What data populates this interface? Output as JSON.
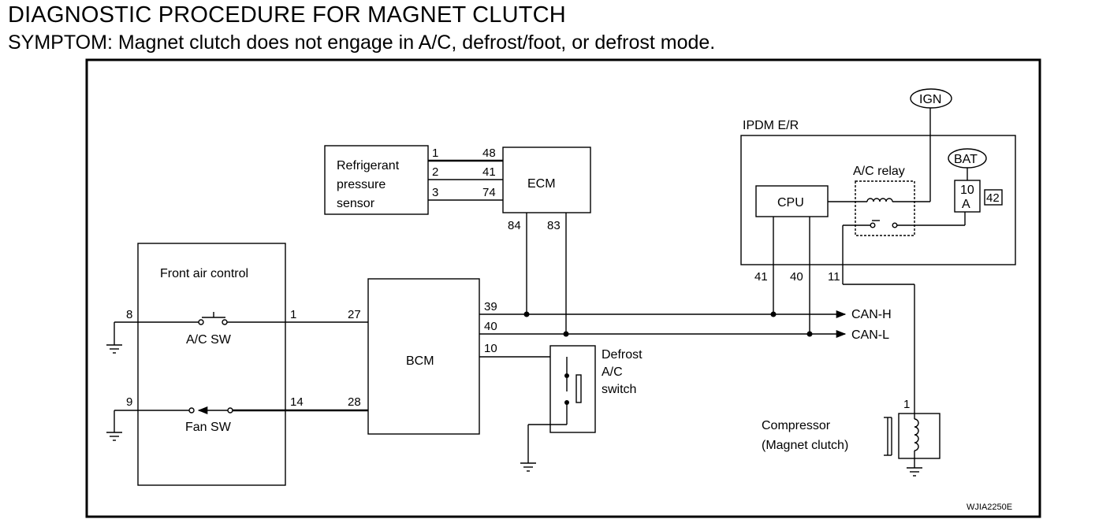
{
  "header": {
    "title": "DIAGNOSTIC PROCEDURE FOR MAGNET CLUTCH",
    "symptom": "SYMPTOM: Magnet clutch does not engage in A/C, defrost/foot, or defrost mode."
  },
  "diagram": {
    "components": {
      "front_air_control": "Front air control",
      "ac_sw": "A/C SW",
      "fan_sw": "Fan SW",
      "bcm": "BCM",
      "ecm": "ECM",
      "refrigerant_sensor": [
        "Refrigerant",
        "pressure",
        "sensor"
      ],
      "defrost_switch": [
        "Defrost",
        "A/C",
        "switch"
      ],
      "ipdm": "IPDM E/R",
      "cpu": "CPU",
      "ac_relay": "A/C relay",
      "fuse": [
        "10",
        "A"
      ],
      "fuse_number": "42",
      "ign": "IGN",
      "bat": "BAT",
      "compressor": [
        "Compressor",
        "(Magnet clutch)"
      ]
    },
    "signals": {
      "can_h": "CAN-H",
      "can_l": "CAN-L"
    },
    "pins": {
      "fac_8": "8",
      "fac_9": "9",
      "fac_1": "1",
      "fac_14": "14",
      "bcm_27": "27",
      "bcm_28": "28",
      "bcm_39": "39",
      "bcm_40": "40",
      "bcm_10": "10",
      "sensor_1": "1",
      "sensor_2": "2",
      "sensor_3": "3",
      "ecm_48": "48",
      "ecm_41": "41",
      "ecm_74": "74",
      "ecm_84": "84",
      "ecm_83": "83",
      "ipdm_41": "41",
      "ipdm_40": "40",
      "ipdm_11": "11",
      "comp_1": "1"
    },
    "figure_code": "WJIA2250E"
  }
}
